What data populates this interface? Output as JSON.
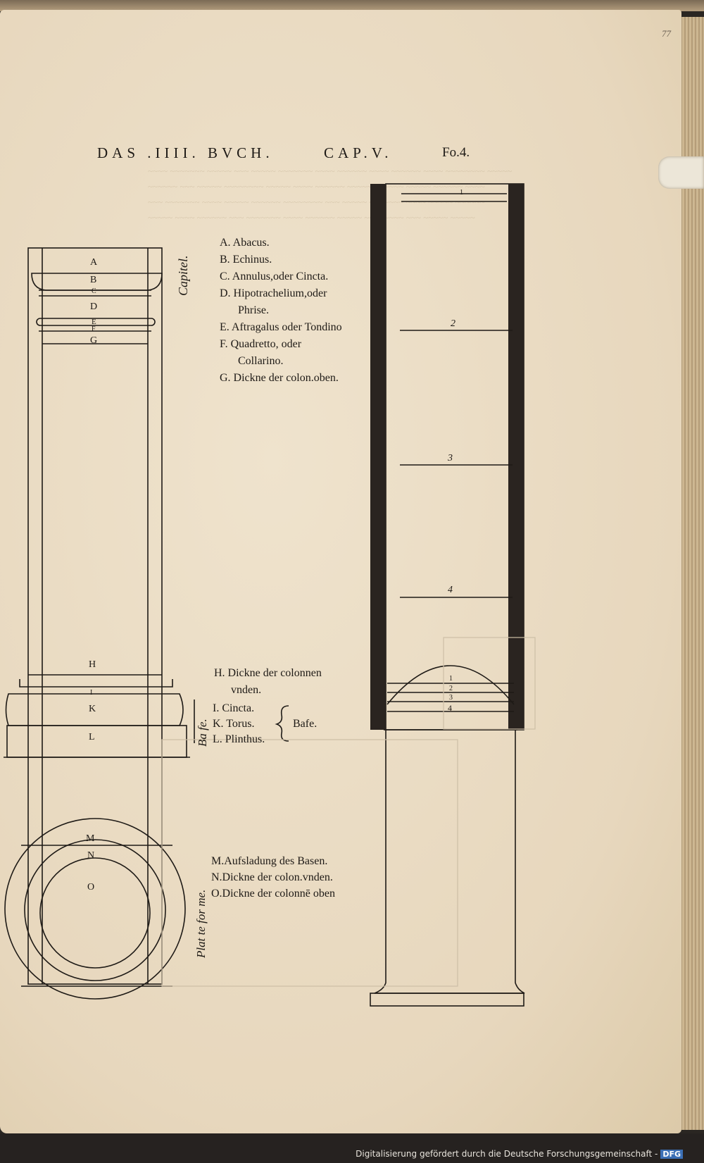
{
  "page": {
    "folio": "77",
    "header": {
      "book": "DAS .IIII. BVCH.",
      "chapter": "CAP.V.",
      "folio_mark": "Fo.4."
    }
  },
  "left_column_letters": [
    "A",
    "B",
    "C",
    "D",
    "E",
    "F",
    "G",
    "H",
    "I",
    "K",
    "L",
    "M",
    "N",
    "O"
  ],
  "capitel": {
    "label": "Capitel.",
    "items": [
      "A. Abacus.",
      "B. Echinus.",
      "C. Annulus,oder Cincta.",
      "D. Hipotrachelium,oder",
      "Phrise.",
      "E. Aftragalus oder Tondino",
      "F. Quadretto, oder",
      "Collarino.",
      "G. Dickne der colon.oben."
    ]
  },
  "shaft_bottom": {
    "items": [
      "H. Dickne der colonnen",
      "vnden."
    ]
  },
  "base": {
    "side_label": "Ba fe.",
    "brace_label": "Bafe.",
    "items": [
      "I. Cincta.",
      "K. Torus.",
      "L. Plinthus."
    ]
  },
  "plate": {
    "side_label": "Plat te for me.",
    "items": [
      "M.Aufsladung des Basen.",
      "N.Dickne der colon.vnden.",
      "O.Dickne der colonnē oben"
    ]
  },
  "right_column_numbers": [
    "1",
    "2",
    "3",
    "4"
  ],
  "right_base_numbers": [
    "1",
    "2",
    "3",
    "4"
  ],
  "footer": {
    "text": "Digitalisierung gefördert durch die Deutsche Forschungsgemeinschaft -",
    "logo": "DFG"
  },
  "colors": {
    "paper": "#eadcc4",
    "ink": "#1e1a16",
    "footer_bg": "#262220"
  }
}
